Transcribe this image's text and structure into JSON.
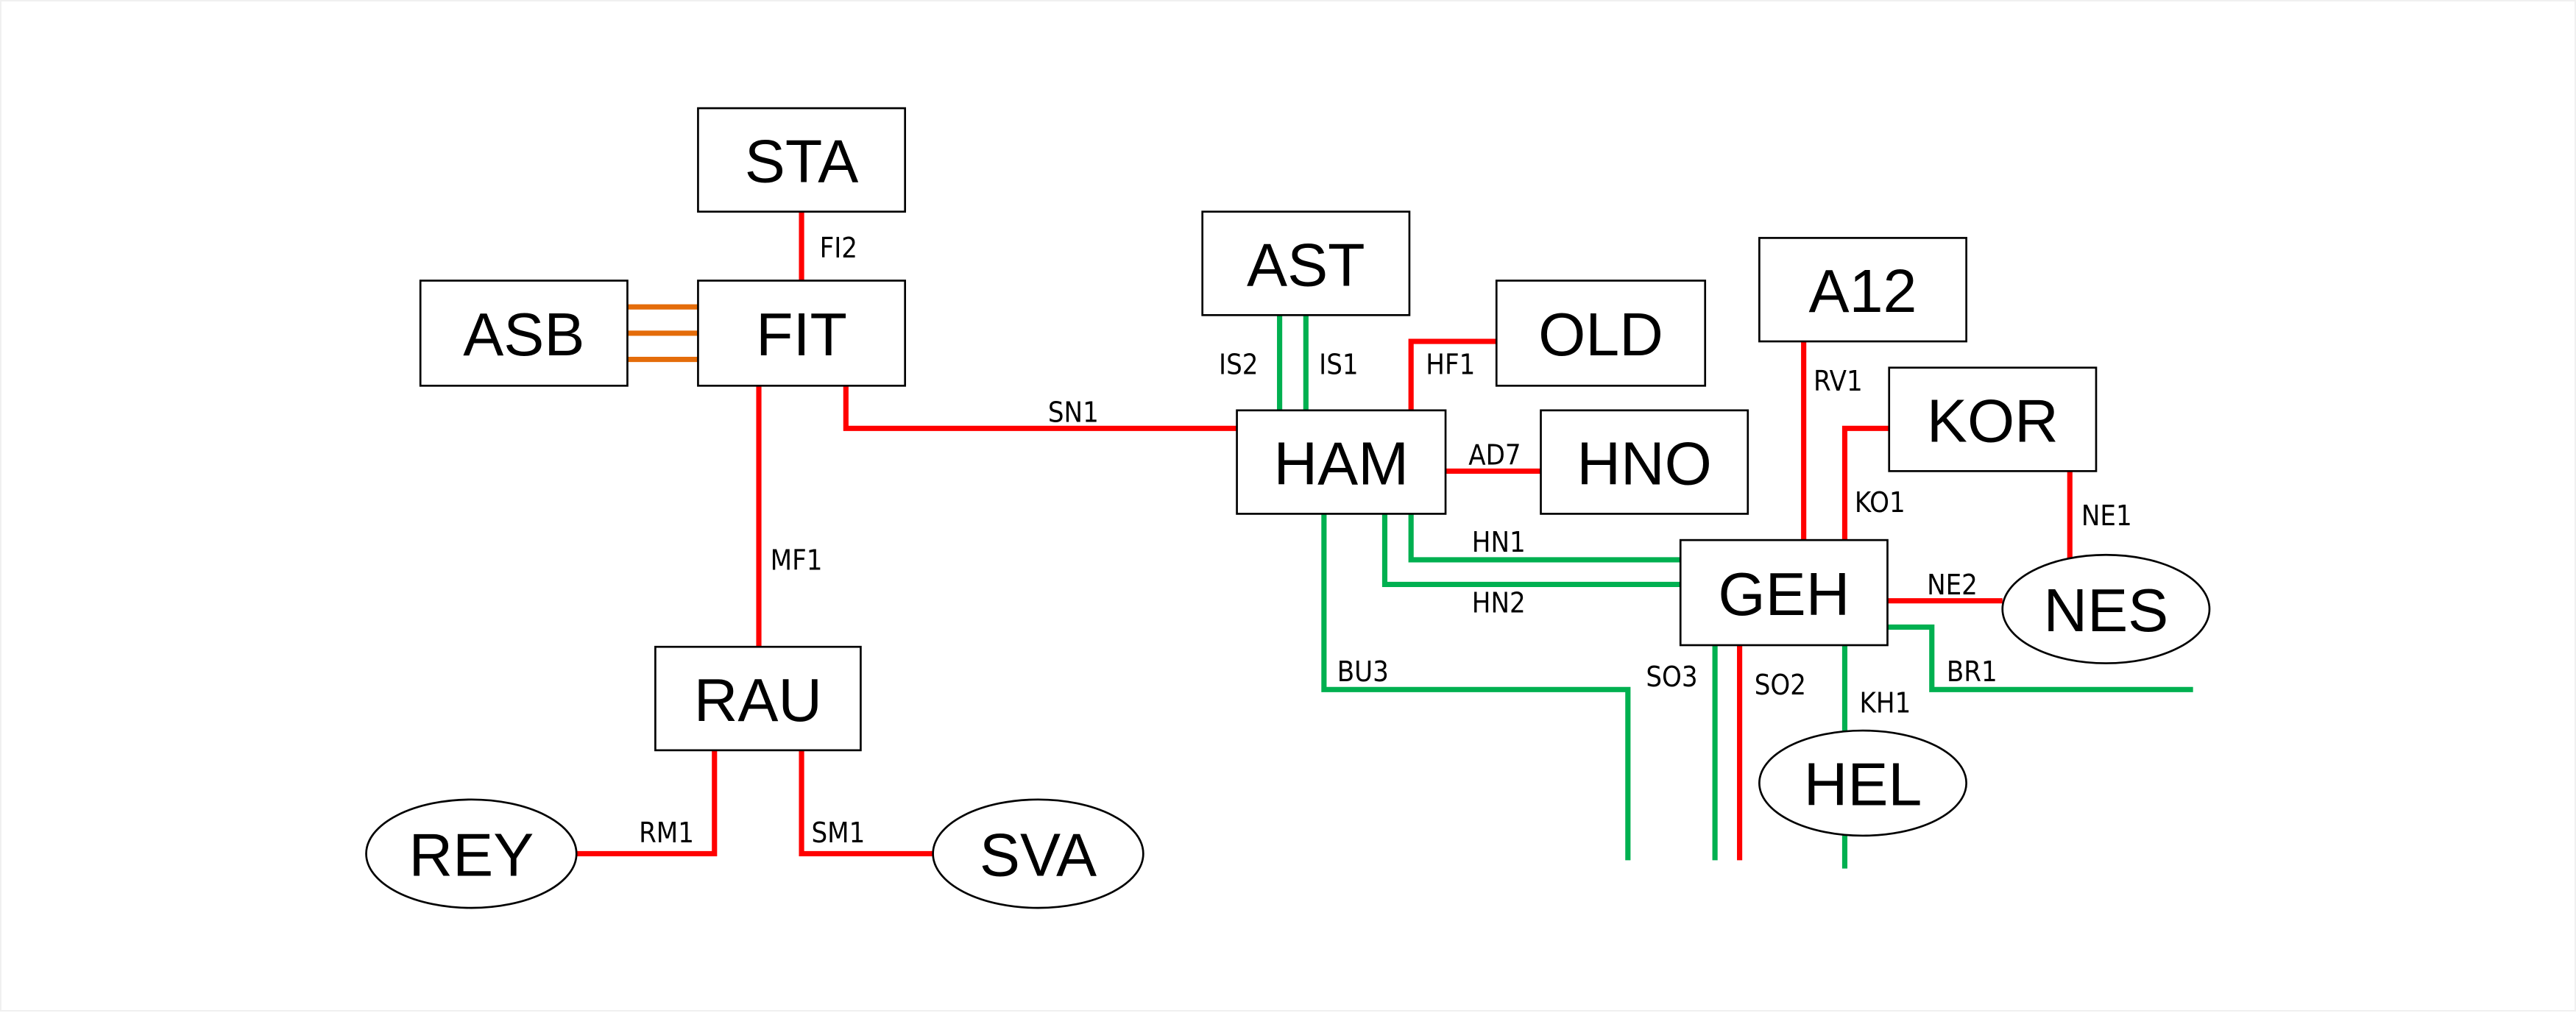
{
  "diagram": {
    "colors": {
      "red": "#FF0000",
      "green": "#00B050",
      "orange": "#E46C0A",
      "border": "#000000",
      "background": "#FFFFFF"
    },
    "nodes": [
      {
        "id": "STA",
        "label": "STA",
        "shape": "rect"
      },
      {
        "id": "ASB",
        "label": "ASB",
        "shape": "rect"
      },
      {
        "id": "FIT",
        "label": "FIT",
        "shape": "rect"
      },
      {
        "id": "RAU",
        "label": "RAU",
        "shape": "rect"
      },
      {
        "id": "REY",
        "label": "REY",
        "shape": "ellipse"
      },
      {
        "id": "SVA",
        "label": "SVA",
        "shape": "ellipse"
      },
      {
        "id": "AST",
        "label": "AST",
        "shape": "rect"
      },
      {
        "id": "OLD",
        "label": "OLD",
        "shape": "rect"
      },
      {
        "id": "HAM",
        "label": "HAM",
        "shape": "rect"
      },
      {
        "id": "HNO",
        "label": "HNO",
        "shape": "rect"
      },
      {
        "id": "A12",
        "label": "A12",
        "shape": "rect"
      },
      {
        "id": "KOR",
        "label": "KOR",
        "shape": "rect"
      },
      {
        "id": "GEH",
        "label": "GEH",
        "shape": "rect"
      },
      {
        "id": "NES",
        "label": "NES",
        "shape": "ellipse"
      },
      {
        "id": "HEL",
        "label": "HEL",
        "shape": "ellipse"
      }
    ],
    "links": [
      {
        "id": "FI2",
        "label": "FI2",
        "from": "STA",
        "to": "FIT",
        "color": "red"
      },
      {
        "id": "ASB-FIT-1",
        "label": "",
        "from": "ASB",
        "to": "FIT",
        "color": "orange"
      },
      {
        "id": "ASB-FIT-2",
        "label": "",
        "from": "ASB",
        "to": "FIT",
        "color": "orange"
      },
      {
        "id": "ASB-FIT-3",
        "label": "",
        "from": "ASB",
        "to": "FIT",
        "color": "orange"
      },
      {
        "id": "MF1",
        "label": "MF1",
        "from": "FIT",
        "to": "RAU",
        "color": "red"
      },
      {
        "id": "RM1",
        "label": "RM1",
        "from": "RAU",
        "to": "REY",
        "color": "red"
      },
      {
        "id": "SM1",
        "label": "SM1",
        "from": "RAU",
        "to": "SVA",
        "color": "red"
      },
      {
        "id": "SN1",
        "label": "SN1",
        "from": "FIT",
        "to": "HAM",
        "color": "red"
      },
      {
        "id": "IS2",
        "label": "IS2",
        "from": "AST",
        "to": "HAM",
        "color": "green"
      },
      {
        "id": "IS1",
        "label": "IS1",
        "from": "AST",
        "to": "HAM",
        "color": "green"
      },
      {
        "id": "HF1",
        "label": "HF1",
        "from": "HAM",
        "to": "OLD",
        "color": "red"
      },
      {
        "id": "AD7",
        "label": "AD7",
        "from": "HAM",
        "to": "HNO",
        "color": "red"
      },
      {
        "id": "HN1",
        "label": "HN1",
        "from": "HAM",
        "to": "GEH",
        "color": "green"
      },
      {
        "id": "HN2",
        "label": "HN2",
        "from": "HAM",
        "to": "GEH",
        "color": "green"
      },
      {
        "id": "BU3",
        "label": "BU3",
        "from": "HAM",
        "to": "",
        "color": "green"
      },
      {
        "id": "RV1",
        "label": "RV1",
        "from": "A12",
        "to": "GEH",
        "color": "red"
      },
      {
        "id": "KO1",
        "label": "KO1",
        "from": "GEH",
        "to": "KOR",
        "color": "red"
      },
      {
        "id": "NE1",
        "label": "NE1",
        "from": "KOR",
        "to": "NES",
        "color": "red"
      },
      {
        "id": "NE2",
        "label": "NE2",
        "from": "GEH",
        "to": "NES",
        "color": "red"
      },
      {
        "id": "SO3",
        "label": "SO3",
        "from": "GEH",
        "to": "",
        "color": "green"
      },
      {
        "id": "SO2",
        "label": "SO2",
        "from": "GEH",
        "to": "",
        "color": "red"
      },
      {
        "id": "KH1",
        "label": "KH1",
        "from": "GEH",
        "to": "HEL",
        "color": "green"
      },
      {
        "id": "HEL-out",
        "label": "",
        "from": "HEL",
        "to": "",
        "color": "green"
      },
      {
        "id": "BR1",
        "label": "BR1",
        "from": "GEH",
        "to": "",
        "color": "green"
      }
    ]
  }
}
